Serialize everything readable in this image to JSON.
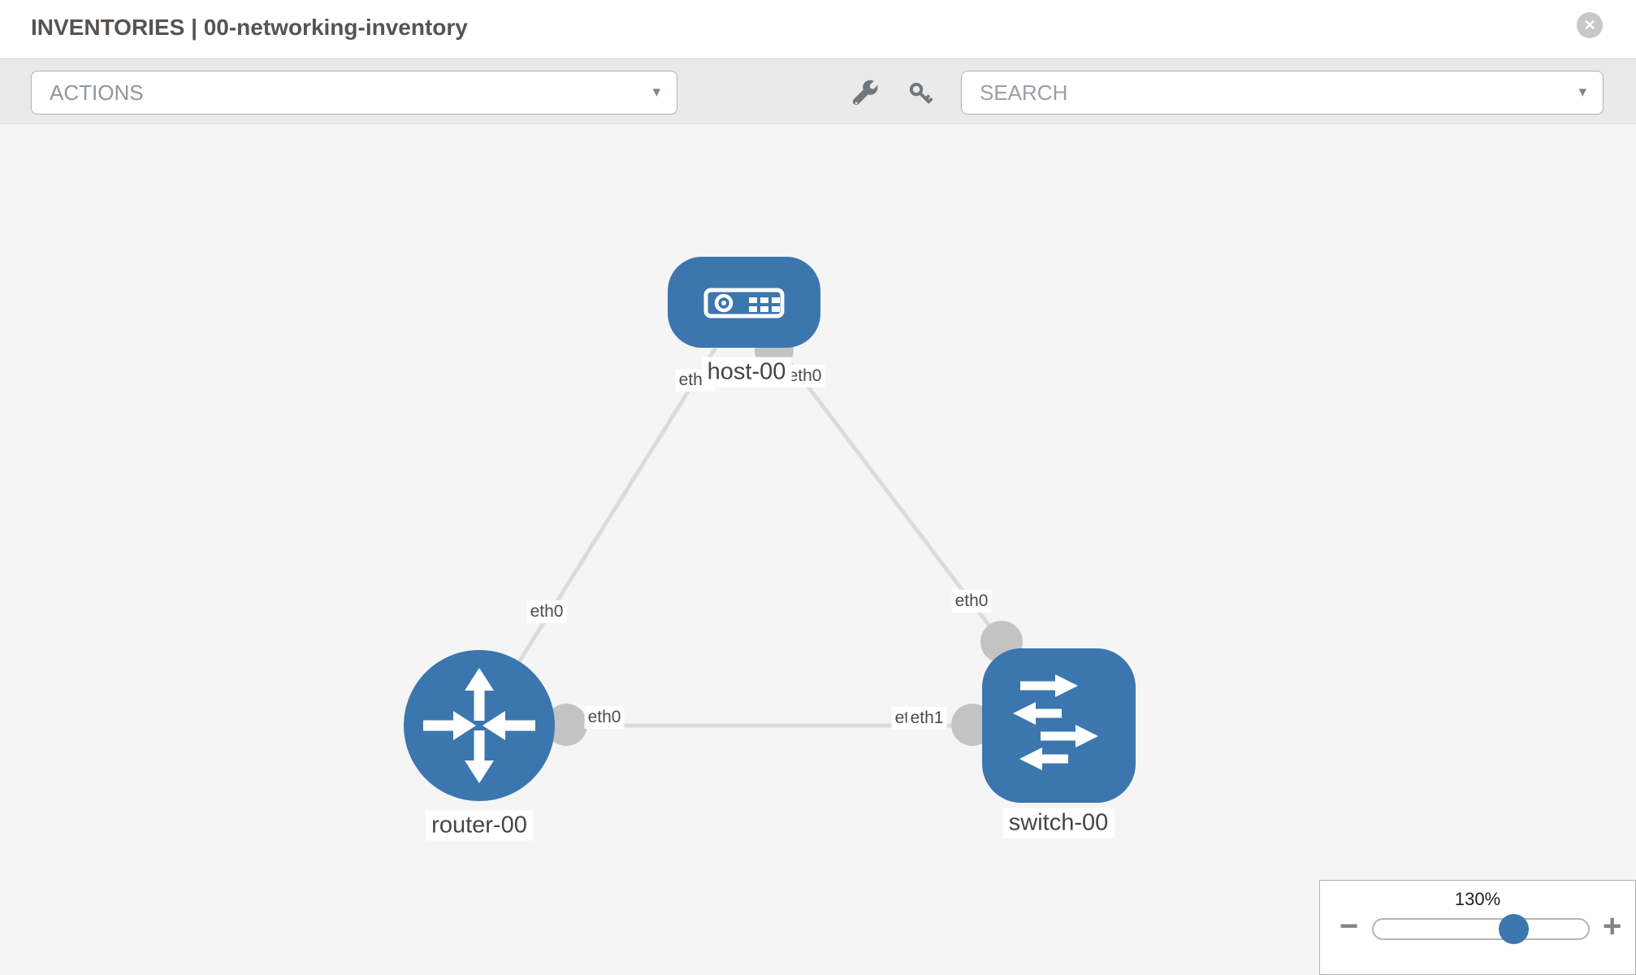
{
  "header": {
    "title": "INVENTORIES | 00-networking-inventory"
  },
  "toolbar": {
    "actions_label": "ACTIONS",
    "search_label": "SEARCH"
  },
  "icons": {
    "close": "✕",
    "caret_down": "▾",
    "minus": "−",
    "plus": "+",
    "wrench": "wrench-icon",
    "key": "key-icon"
  },
  "colors": {
    "node_blue": "#3b76af",
    "link_gray": "#dbdbdb",
    "port_gray": "#c3c3c3",
    "canvas_bg": "#f5f5f5",
    "toolbar_bg": "#eaeaea"
  },
  "graph": {
    "nodes": [
      {
        "id": "host-00",
        "type": "host",
        "label": "host-00"
      },
      {
        "id": "router-00",
        "type": "router",
        "label": "router-00"
      },
      {
        "id": "switch-00",
        "type": "switch",
        "label": "switch-00"
      }
    ],
    "links": [
      {
        "from": "host-00",
        "to": "router-00",
        "from_interface": "eth0",
        "to_interface": "eth0"
      },
      {
        "from": "host-00",
        "to": "switch-00",
        "from_interface": "eth0",
        "to_interface": "eth0"
      },
      {
        "from": "router-00",
        "to": "switch-00",
        "from_interface": "eth0",
        "to_interface": "eth1",
        "to_interface_overlapped": "eth0"
      }
    ]
  },
  "zoom_control": {
    "level": "130%"
  }
}
